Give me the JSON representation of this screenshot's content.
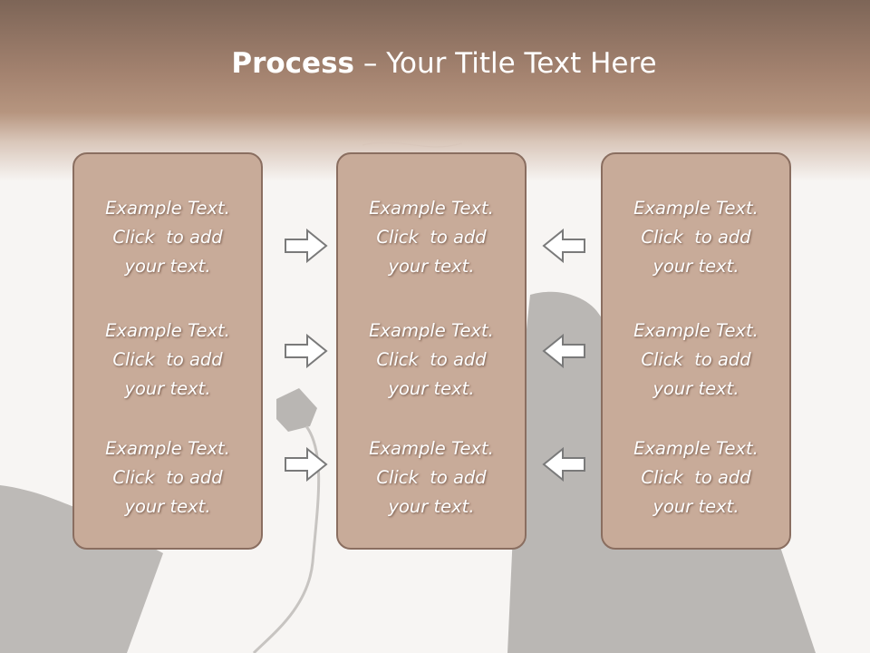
{
  "slide": {
    "title_bold": "Process",
    "title_rest": " – Your Title Text Here"
  },
  "colors": {
    "header_dark": "#7d6557",
    "header_mid": "#b6957f",
    "panel_fill": "#c8ab99",
    "panel_border": "#8a6e60",
    "background": "#f7f5f3",
    "arrow_stroke": "#7a7a7a"
  },
  "panels": {
    "left": [
      {
        "line1": "Example Text.",
        "line2": "Click  to add",
        "line3": "your text."
      },
      {
        "line1": "Example Text.",
        "line2": "Click  to add",
        "line3": "your text."
      },
      {
        "line1": "Example Text.",
        "line2": "Click  to add",
        "line3": "your text."
      }
    ],
    "middle": [
      {
        "line1": "Example Text.",
        "line2": "Click  to add",
        "line3": "your text."
      },
      {
        "line1": "Example Text.",
        "line2": "Click  to add",
        "line3": "your text."
      },
      {
        "line1": "Example Text.",
        "line2": "Click  to add",
        "line3": "your text."
      }
    ],
    "right": [
      {
        "line1": "Example Text.",
        "line2": "Click  to add",
        "line3": "your text."
      },
      {
        "line1": "Example Text.",
        "line2": "Click  to add",
        "line3": "your text."
      },
      {
        "line1": "Example Text.",
        "line2": "Click  to add",
        "line3": "your text."
      }
    ]
  },
  "arrows": {
    "left_to_middle": "arrow-right-icon",
    "right_to_middle": "arrow-left-icon"
  }
}
